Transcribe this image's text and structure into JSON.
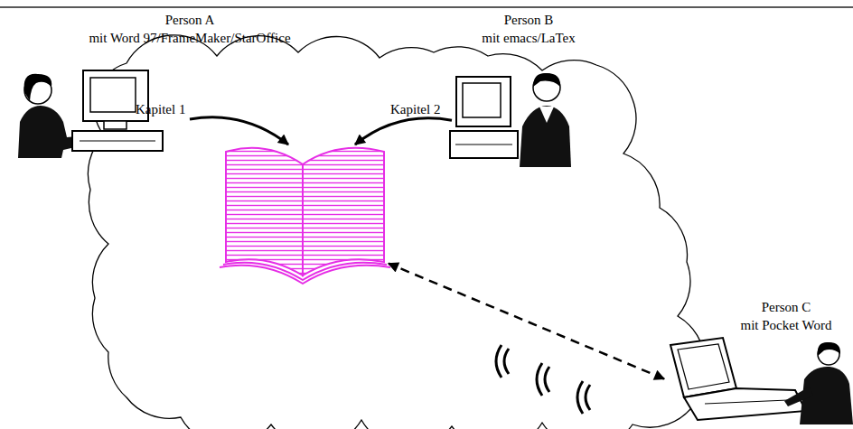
{
  "diagram": {
    "nodes": [
      {
        "text": [
          "Person A",
          "mit Word 97/FrameMaker/StarOffice"
        ]
      },
      {
        "text": [
          "Person B",
          "mit emacs/LaTex"
        ]
      },
      {
        "text": []
      },
      {
        "text": [
          "Person C",
          "mit Pocket Word"
        ]
      }
    ],
    "edges": [
      {
        "from": 0,
        "to": 2,
        "arrow": "to",
        "label": "Kapitel 1"
      },
      {
        "from": 1,
        "to": 2,
        "arrow": "to",
        "label": "Kapitel 2"
      },
      {
        "from": 3,
        "to": 2,
        "arrow": "both"
      }
    ]
  }
}
